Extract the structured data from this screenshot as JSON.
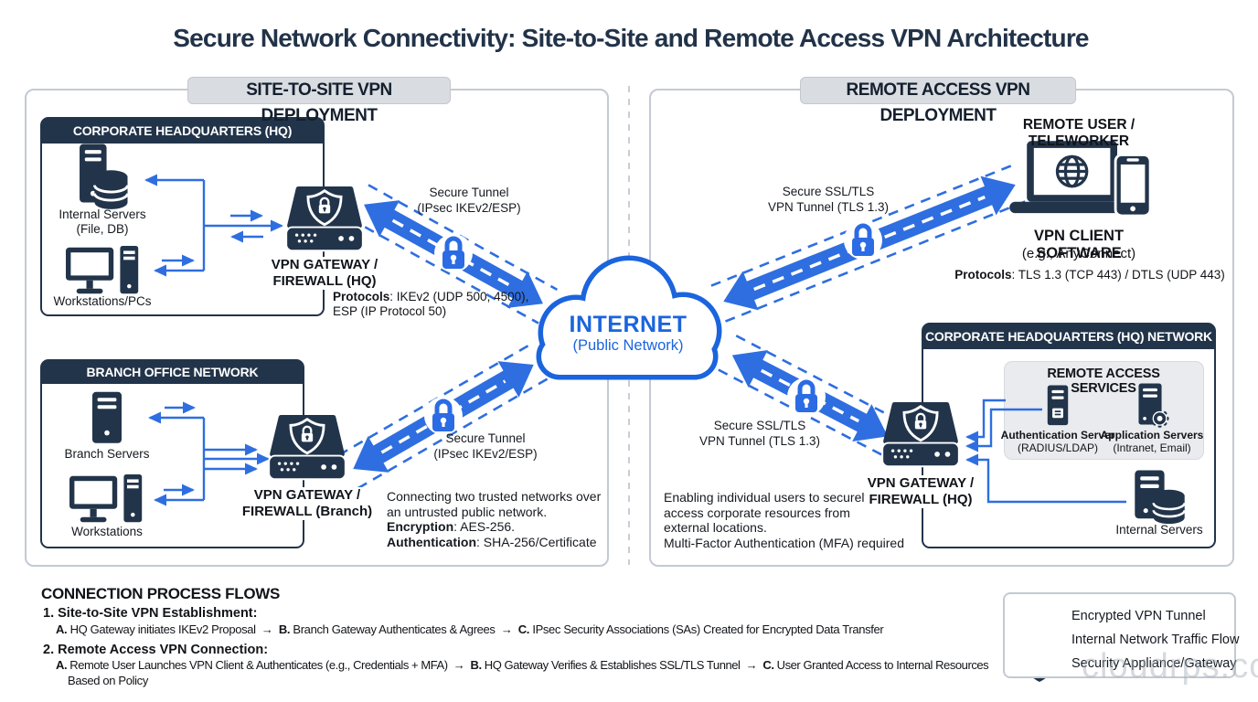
{
  "title": "Secure Network Connectivity: Site-to-Site and Remote Access VPN Architecture",
  "left_panel": {
    "label": "SITE-TO-SITE VPN DEPLOYMENT"
  },
  "right_panel": {
    "label": "REMOTE ACCESS VPN DEPLOYMENT"
  },
  "hq_left": {
    "header": "CORPORATE HEADQUARTERS (HQ) NETWORK",
    "internal_servers_label": "Internal Servers",
    "internal_servers_sub": "(File, DB)",
    "workstations_label": "Workstations/PCs",
    "gateway_label_1": "VPN GATEWAY /",
    "gateway_label_2": "FIREWALL (HQ)",
    "protocols_line1": [
      {
        "b": true,
        "t": "Protocols"
      },
      {
        "t": ": IKEv2 (UDP 500, 4500),"
      }
    ],
    "protocols_line2": "ESP (IP Protocol 50)"
  },
  "branch": {
    "header": "BRANCH OFFICE NETWORK",
    "servers_label": "Branch Servers",
    "workstations_label": "Workstations",
    "gateway_label_1": "VPN GATEWAY /",
    "gateway_label_2": "FIREWALL (Branch)"
  },
  "internet": {
    "title": "INTERNET",
    "subtitle": "(Public Network)"
  },
  "tunnels": {
    "site_top_1": "Secure Tunnel",
    "site_top_2": "(IPsec IKEv2/ESP)",
    "site_bottom_1": "Secure Tunnel",
    "site_bottom_2": "(IPsec IKEv2/ESP)",
    "remote_top_1": "Secure SSL/TLS",
    "remote_top_2": "VPN Tunnel (TLS 1.3)",
    "remote_bottom_1": "Secure SSL/TLS",
    "remote_bottom_2": "VPN Tunnel (TLS 1.3)"
  },
  "site_note": {
    "line1": "Connecting two trusted networks over",
    "line2": "an untrusted public network.",
    "line3": [
      {
        "b": true,
        "t": "Encryption"
      },
      {
        "t": ": AES-256."
      }
    ],
    "line4": [
      {
        "b": true,
        "t": "Authentication"
      },
      {
        "t": ": SHA-256/Certificate"
      }
    ]
  },
  "remote_note": {
    "line1": "Enabling individual users to securely",
    "line2": "access corporate resources from",
    "line3": "external locations.",
    "line4": "Multi-Factor Authentication (MFA) required"
  },
  "remote_user": {
    "header": "REMOTE USER / TELEWORKER",
    "client_label": "VPN CLIENT SOFTWARE",
    "client_sub": "(e.g., AnyConnect)",
    "protocols": [
      {
        "b": true,
        "t": "Protocols"
      },
      {
        "t": ": TLS 1.3 (TCP 443) / DTLS (UDP 443)"
      }
    ]
  },
  "hq_right": {
    "header": "CORPORATE HEADQUARTERS (HQ) NETWORK",
    "services_header": "REMOTE ACCESS SERVICES",
    "auth_label": "Authentication Server",
    "auth_sub": "(RADIUS/LDAP)",
    "app_label": "Application Servers",
    "app_sub": "(Intranet, Email)",
    "internal_servers_label": "Internal Servers",
    "gateway_label_1": "VPN GATEWAY /",
    "gateway_label_2": "FIREWALL (HQ)"
  },
  "flows": {
    "header": "CONNECTION PROCESS FLOWS",
    "item1_title": "1. Site-to-Site VPN Establishment:",
    "item1_steps": [
      {
        "b": true,
        "t": "A."
      },
      {
        "t": " HQ Gateway initiates IKEv2 Proposal "
      },
      {
        "ar": true,
        "t": "→"
      },
      {
        "b": true,
        "t": " B."
      },
      {
        "t": " Branch Gateway Authenticates & Agrees "
      },
      {
        "ar": true,
        "t": "→"
      },
      {
        "b": true,
        "t": " C."
      },
      {
        "t": " IPsec Security Associations (SAs) Created for Encrypted Data Transfer"
      }
    ],
    "item2_title": "2. Remote Access VPN Connection:",
    "item2_steps": [
      {
        "b": true,
        "t": "A."
      },
      {
        "t": " Remote User Launches VPN Client & Authenticates (e.g., Credentials + MFA) "
      },
      {
        "ar": true,
        "t": "→"
      },
      {
        "b": true,
        "t": " B."
      },
      {
        "t": " HQ Gateway Verifies & Establishes SSL/TLS Tunnel "
      },
      {
        "ar": true,
        "t": "→"
      },
      {
        "b": true,
        "t": " C."
      },
      {
        "t": " User Granted Access to Internal Resources"
      }
    ],
    "item2_cont": "Based on Policy"
  },
  "legend": {
    "encrypted_tunnel": "Encrypted VPN Tunnel",
    "traffic_flow": "Internal Network Traffic Flow",
    "appliance": "Security Appliance/Gateway"
  },
  "watermark": "cloudrps.com",
  "colors": {
    "navy": "#22344a",
    "blue": "#2e6ee0",
    "cloud_blue": "#1b64dd",
    "panel_border": "#c3cad3"
  }
}
